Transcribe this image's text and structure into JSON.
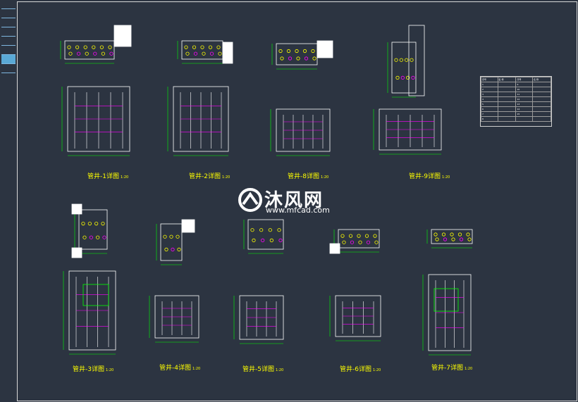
{
  "watermark": {
    "chinese": "沐风网",
    "url": "www.mfcad.com"
  },
  "captions": [
    {
      "text": "管井-1详图",
      "scale": "1:20"
    },
    {
      "text": "管井-2详图",
      "scale": "1:20"
    },
    {
      "text": "管井-8详图",
      "scale": "1:20"
    },
    {
      "text": "管井-9详图",
      "scale": "1:20"
    },
    {
      "text": "管井-3详图",
      "scale": "1:20"
    },
    {
      "text": "管井-4详图",
      "scale": "1:20"
    },
    {
      "text": "管井-5详图",
      "scale": "1:20"
    },
    {
      "text": "管井-6详图",
      "scale": "1:20"
    },
    {
      "text": "管井-7详图",
      "scale": "1:20"
    }
  ],
  "legend": {
    "headers": [
      "序号",
      "名 称",
      "序号",
      "名 称"
    ],
    "rows": [
      [
        "1",
        "",
        "9",
        ""
      ],
      [
        "2",
        "",
        "10",
        ""
      ],
      [
        "3",
        "",
        "11",
        ""
      ],
      [
        "4",
        "",
        "12",
        ""
      ],
      [
        "5",
        "",
        "13",
        ""
      ],
      [
        "6",
        "",
        "14",
        ""
      ],
      [
        "7",
        "",
        "15",
        ""
      ],
      [
        "8",
        "",
        "",
        ""
      ]
    ]
  },
  "colors": {
    "background": "#2c3441",
    "lines": "#ffffff",
    "dims": "#00ff00",
    "pipes": "#ff00ff",
    "text": "#ffff00"
  }
}
